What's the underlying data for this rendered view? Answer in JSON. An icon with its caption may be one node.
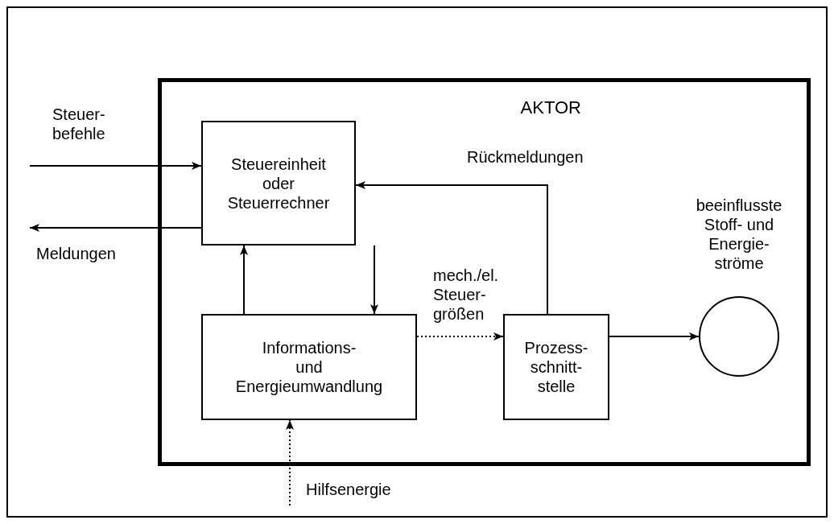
{
  "diagram": {
    "nodes": [
      {
        "text": [
          "AKTOR"
        ]
      },
      {
        "text": [
          "Steuereinheit oder Steuerrechner"
        ],
        "in": 0
      },
      {
        "text": [
          "Informations- und Energieumwandlung"
        ],
        "in": 0
      },
      {
        "text": [
          "Prozess- schnitt- stelle"
        ],
        "in": 0
      },
      {
        "text": [],
        "shape": "circle",
        "in": 0,
        "beside": [
          "beeinflusste Stoff- und Energie- ströme"
        ]
      }
    ],
    "edges": [
      {
        "from": null,
        "to": 1,
        "arrow": "to",
        "label": "Steuer- befehle"
      },
      {
        "from": 1,
        "to": null,
        "arrow": "to",
        "label": "Meldungen"
      },
      {
        "from": 2,
        "to": 1,
        "arrow": "to"
      },
      {
        "from": 1,
        "to": 2,
        "arrow": "to"
      },
      {
        "from": 2,
        "to": 3,
        "arrow": "to",
        "style": "dashed",
        "label": "mech./el. Steuer- größen"
      },
      {
        "from": 3,
        "to": 1,
        "arrow": "to",
        "label": "Rückmeldungen"
      },
      {
        "from": 3,
        "to": 4,
        "arrow": "to"
      },
      {
        "from": null,
        "to": 2,
        "arrow": "to",
        "style": "dashed",
        "label": "Hilfsenergie"
      }
    ]
  }
}
